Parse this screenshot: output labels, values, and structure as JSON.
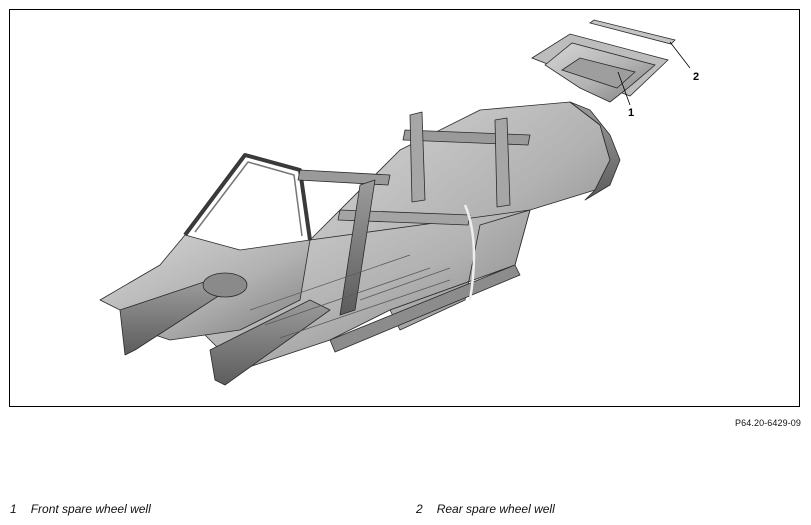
{
  "figure": {
    "code": "P64.20-6429-09",
    "callouts": [
      {
        "number": "1",
        "label": "Front spare wheel well"
      },
      {
        "number": "2",
        "label": "Rear spare wheel well"
      }
    ]
  },
  "colors": {
    "body_fill": "#b9b9b9",
    "body_shade": "#8f8f8f",
    "body_dark": "#4a4a4a",
    "line": "#000000"
  }
}
